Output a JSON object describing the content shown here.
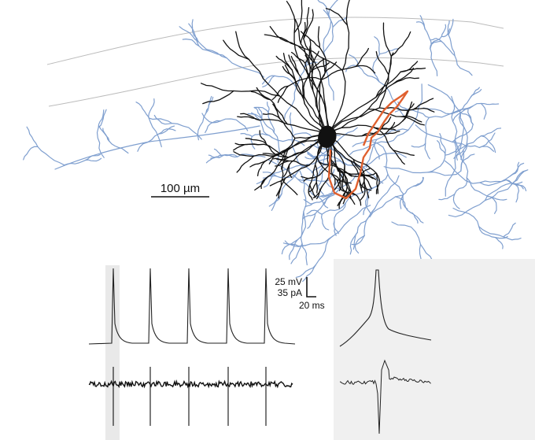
{
  "scale_bar": {
    "label": "100 µm"
  },
  "ephys_scale": {
    "voltage": "25 mV",
    "current": "35 pA",
    "time": "20 ms"
  },
  "colors": {
    "dendrite": "#111111",
    "axon": "#7f9fcf",
    "axon_highlight": "#e0602f",
    "layer_boundary": "#bbbbbb",
    "highlight_band": "#e9e9e9",
    "inset_bg": "#f0f0f0"
  },
  "recording": {
    "spike_count": 5
  }
}
